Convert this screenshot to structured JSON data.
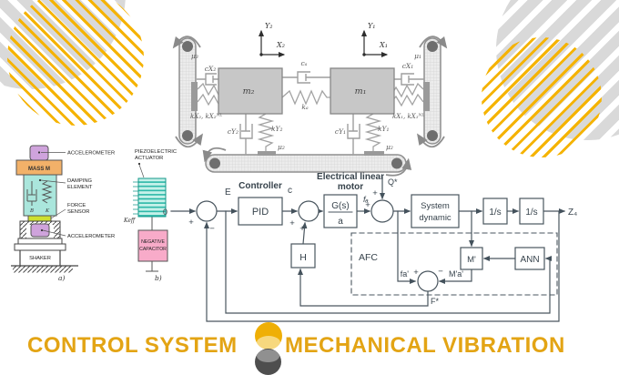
{
  "colors": {
    "accent": "#E3A414",
    "stripe_yellow": "#F5B301",
    "stripe_gray": "#D9D9D9"
  },
  "footer": {
    "title_left": "CONTROL SYSTEM",
    "title_right": "MECHANICAL VIBRATION"
  },
  "diagrams": {
    "shaker": {
      "accelerometer": "ACCELEROMETER",
      "mass": "MASS M",
      "damping_line1": "DAMPING",
      "damping_line2": "ELEMENT",
      "force_line1": "FORCE",
      "force_line2": "SENSOR",
      "shaker_label": "SHAKER",
      "b": "B",
      "k": "K",
      "caption": "a)"
    },
    "piezo": {
      "label_line1": "PIEZOELECTRIC",
      "label_line2": "ACTUATOR",
      "keff": "Keff",
      "cap_line1": "NEGATIVE",
      "cap_line2": "CAPACITOR",
      "caption": "b)"
    },
    "mech": {
      "y2": "Y₂",
      "x2": "X₂",
      "y1": "Y₁",
      "x1": "X₁",
      "m2": "m₂",
      "m1": "m₁",
      "mu3": "μ₃",
      "mu1": "μ₁",
      "mu2": "μ₂",
      "cx2": "cX₂",
      "cx1": "cX₁",
      "ca": "cₐ",
      "ka": "kₐ",
      "kx2": "kX₂, kX₂ᴺᴸ",
      "kx1": "kX₁, kX₁ᴺᴸ",
      "cy2": "cY₂",
      "cy1": "cY₁",
      "ky2": "kY₂",
      "ky1": "kY₁"
    },
    "block": {
      "input_zero": "0",
      "error": "E",
      "controller": "Controller",
      "pid": "PID",
      "c": "c",
      "motor_line1": "Electrical linear",
      "motor_line2": "motor",
      "gs_num": "G(s)",
      "gs_den": "a",
      "fa": "fₐ",
      "q_star": "Q*",
      "system_line1": "System",
      "system_line2": "dynamic",
      "integrator": "1/s",
      "z4": "Z₄",
      "afc": "AFC",
      "m_prime": "M'",
      "ann": "ANN",
      "h": "H",
      "fa_prime": "fa'",
      "ma_prime": "M'a'",
      "f_star": "F*",
      "plus": "+",
      "minus": "−"
    }
  }
}
